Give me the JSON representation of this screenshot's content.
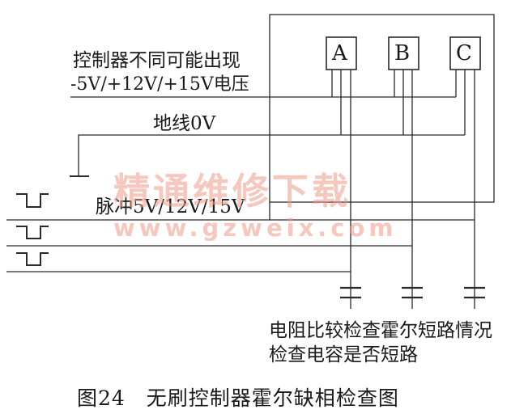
{
  "sensors": [
    "A",
    "B",
    "C"
  ],
  "labels": {
    "controller_line1": "控制器不同可能出现",
    "controller_line2": "-5V/+12V/+15V电压",
    "ground": "地线0V",
    "pulse": "脉冲5V/12V/15V",
    "compare_line1": "电阻比较检查霍尔短路情况",
    "compare_line2": "检查电容是否短路"
  },
  "caption": "图24　无刷控制器霍尔缺相检查图",
  "watermark": {
    "line1": "精通维修下载",
    "line2": "www.gzweix.com",
    "color": "#ef9a86"
  },
  "colors": {
    "line": "#2a2a2a"
  }
}
